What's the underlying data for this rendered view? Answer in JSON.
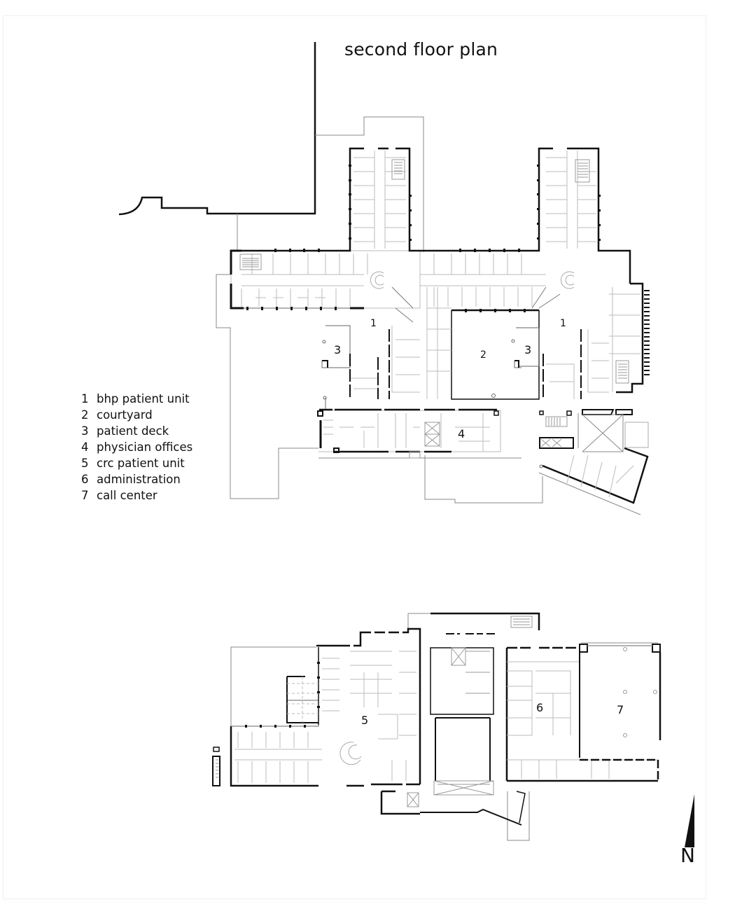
{
  "title": "second floor plan",
  "legend": [
    {
      "num": "1",
      "label": "bhp patient unit"
    },
    {
      "num": "2",
      "label": "courtyard"
    },
    {
      "num": "3",
      "label": "patient deck"
    },
    {
      "num": "4",
      "label": "physician offices"
    },
    {
      "num": "5",
      "label": "crc patient unit"
    },
    {
      "num": "6",
      "label": "administration"
    },
    {
      "num": "7",
      "label": "call center"
    }
  ],
  "room_labels": {
    "bhp_left": "1",
    "bhp_right": "1",
    "courtyard": "2",
    "deck_left": "3",
    "deck_right": "3",
    "physician_offices": "4",
    "crc_patient_unit": "5",
    "administration": "6",
    "call_center": "7"
  },
  "north_arrow": {
    "label": "N",
    "icon": "north-arrow-icon"
  },
  "colors": {
    "wall": "#111111",
    "partition": "#b5b5b5",
    "site_line": "#777777"
  }
}
